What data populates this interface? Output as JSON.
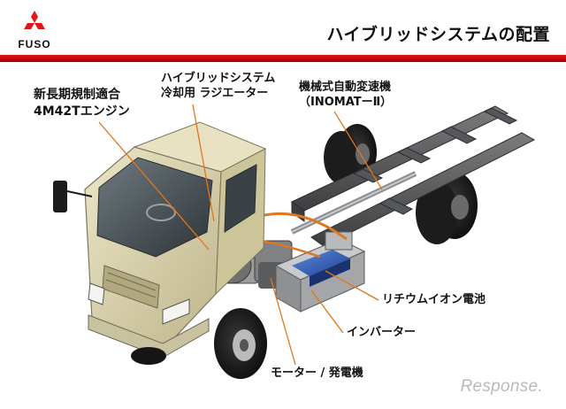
{
  "header": {
    "brand": "FUSO",
    "title": "ハイブリッドシステムの配置"
  },
  "callouts": {
    "engine": [
      "新長期規制適合",
      "4M42Tエンジン"
    ],
    "radiator": [
      "ハイブリッドシステム",
      "冷却用 ラジエーター"
    ],
    "transmission": [
      "機械式自動変速機",
      "（INOMATーⅡ）"
    ],
    "battery": "リチウムイオン電池",
    "inverter": "インバーター",
    "motor": "モーター / 発電機"
  },
  "watermark": "Response.",
  "colors": {
    "header_rule": "#c8060b",
    "cab": "#d7cfa6",
    "frame": "#5c5e60",
    "leader_line": "#e0761e",
    "battery_blue": "#2f63c8"
  }
}
